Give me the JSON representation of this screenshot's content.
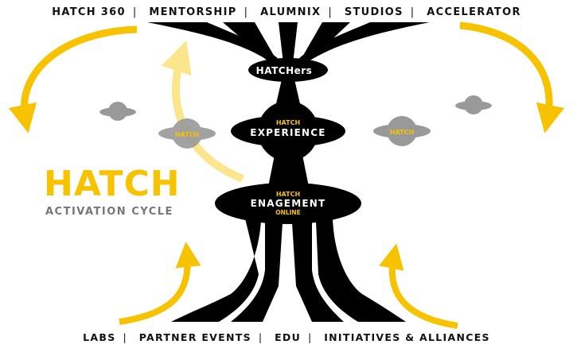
{
  "top_nav": [
    "HATCH 360",
    "MENTORSHIP",
    "ALUMNIX",
    "STUDIOS",
    "ACCELERATOR"
  ],
  "bottom_nav": [
    "LABS",
    "PARTNER EVENTS",
    "EDU",
    "INITIATIVES & ALLIANCES"
  ],
  "separator": "|",
  "title": "HATCH",
  "subtitle": "ACTIVATION CYCLE",
  "nodes": {
    "hatchers": "HATCHers",
    "experience": {
      "top": "HATCH",
      "main": "EXPERIENCE"
    },
    "engagement": {
      "top": "HATCH",
      "main": "ENAGEMENT",
      "bottom": "ONLINE"
    }
  },
  "saucers": [
    "HATCH",
    "HATCH"
  ],
  "colors": {
    "accent": "#f7c200",
    "black": "#000000",
    "gray": "#999999"
  }
}
